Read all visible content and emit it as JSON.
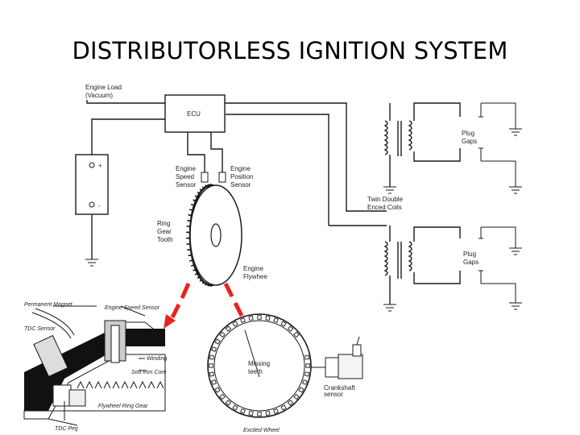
{
  "title": "DISTRIBUTORLESS IGNITION SYSTEM",
  "labels": {
    "engine_load_line1": "Engine Load",
    "engine_load_line2": "(Vacuum)",
    "ecu": "ECU",
    "battery_plus": "+",
    "battery_minus": "-",
    "speed_sensor_line1": "Engine",
    "speed_sensor_line2": "Speed",
    "speed_sensor_line3": "Sensor",
    "position_sensor_line1": "Engine",
    "position_sensor_line2": "Position",
    "position_sensor_line3": "Sensor",
    "ring_gear_line1": "Ring",
    "ring_gear_line2": "Gear",
    "ring_gear_line3": "Tooth",
    "flywheel_line1": "Engine",
    "flywheel_line2": "Flywhee",
    "plug_gaps_top_line1": "Plug",
    "plug_gaps_top_line2": "Gaps",
    "twin_coils_line1": "Twin Double",
    "twin_coils_line2": "Enced Coils",
    "plug_gaps_bottom_line1": "Plug",
    "plug_gaps_bottom_line2": "Gaps",
    "permanent_magnet": "Permanent Magnet",
    "engine_speed_sensor": "Engine Speed Sensor",
    "tdc_sensor": "TDC Sensor",
    "winding": "Winding",
    "soft_iron_core": "Soft Iron Core",
    "flywheel_ring_gear": "Flywheel Ring Gear",
    "tdc_peg": "TDC Peg",
    "missing_teeth_line1": "Missing",
    "missing_teeth_line2": "teeth",
    "crankshaft_sensor_line1": "Crankshaft",
    "crankshaft_sensor_line2": "sensor",
    "excited_wheel": "Excited Wheel"
  },
  "colors": {
    "arrow_red": "#e8231c",
    "line": "#1a1a1a"
  }
}
